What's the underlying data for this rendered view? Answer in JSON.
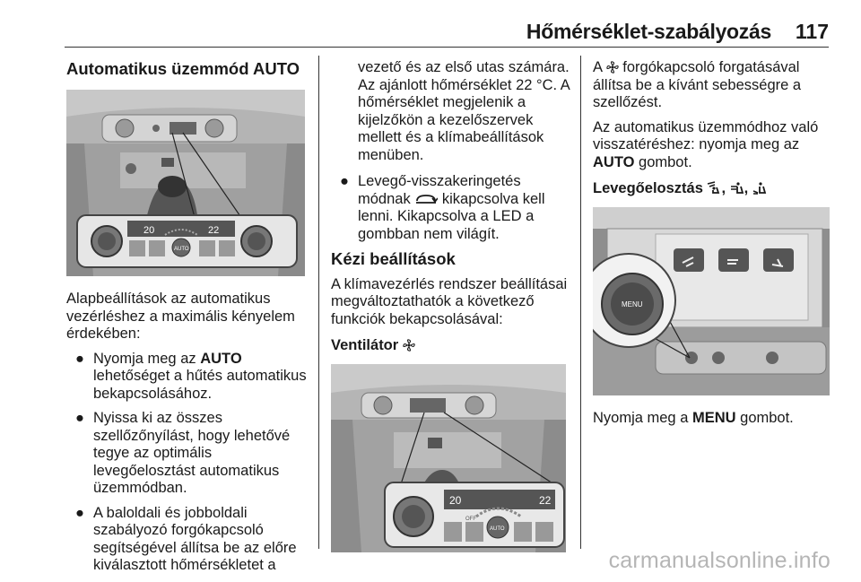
{
  "header": {
    "title": "Hőmérséklet-szabályozás",
    "page_number": "117"
  },
  "col1": {
    "heading": "Automatikus üzemmód AUTO",
    "intro": "Alapbeállítások az automatikus vezérléshez a maximális kényelem érdekében:",
    "b1_pre": "Nyomja meg az ",
    "b1_bold": "AUTO",
    "b1_post": " lehetőséget a hűtés automatikus bekapcsolásához.",
    "b2": "Nyissa ki az összes szellőzőnyílást, hogy lehetővé tegye az optimális levegőelosztást automatikus üzemmódban.",
    "b3": "A baloldali és jobboldali szabályozó forgókapcsoló segítségével állítsa be az előre kiválasztott hőmérsékletet a"
  },
  "col2": {
    "cont": "vezető és az első utas számára. Az ajánlott hőmérséklet 22 °C. A hőmérséklet megjelenik a kijelzőkön a kezelőszervek mellett és a klímabeállítások menüben.",
    "b4_pre": "Levegő-visszakeringetés módnak ",
    "b4_post": " kikapcsolva kell lenni. Kikapcsolva a LED a gombban nem világít.",
    "heading": "Kézi beállítások",
    "intro": "A klímavezérlés rendszer beállításai megváltoztathatók a következő funkciók bekapcsolásával:",
    "sub": "Ventilátor "
  },
  "col3": {
    "p1_pre": "A ",
    "p1_post": " forgókapcsoló forgatásával állítsa be a kívánt sebességre a szellőzést.",
    "p2_pre": "Az automatikus üzemmódhoz való visszatéréshez: nyomja meg az ",
    "p2_bold": "AUTO",
    "p2_post": " gombot.",
    "sub": "Levegőelosztás ",
    "sub_sep": ", ",
    "caption_pre": "Nyomja meg a ",
    "caption_bold": "MENU",
    "caption_post": " gombot."
  },
  "figures": {
    "panel_temp_left": "20",
    "panel_temp_right": "22",
    "auto_label": "AUTO",
    "off_label": "OFF",
    "menu_label": "MENU"
  },
  "icons": {
    "bullet": "●",
    "fan": "fan-icon",
    "recirculation": "recirculation-icon",
    "air_upper": "air-distribution-windscreen-icon",
    "air_middle": "air-distribution-body-icon",
    "air_lower": "air-distribution-footwell-icon"
  },
  "watermark": "carmanualsonline.info"
}
